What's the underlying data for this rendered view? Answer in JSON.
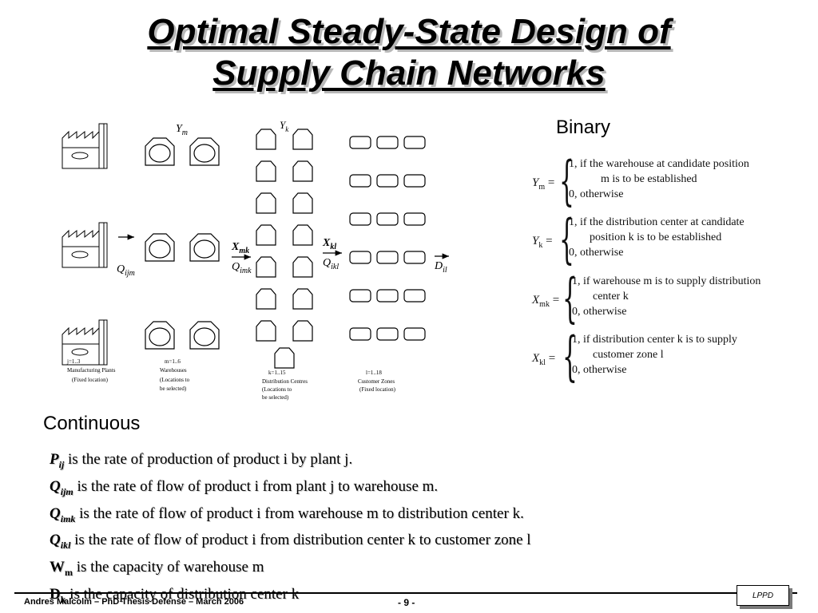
{
  "slide": {
    "title_line1": "Optimal Steady-State Design of",
    "title_line2": "Supply Chain Networks"
  },
  "diagram": {
    "var_ym": "Y",
    "var_ym_sub": "m",
    "var_yk": "Y",
    "var_yk_sub": "k",
    "flow_q_ijm": "Q",
    "flow_q_ijm_sub": "ijm",
    "flow_x_mk": "X",
    "flow_x_mk_sub": "mk",
    "flow_q_imk": "Q",
    "flow_q_imk_sub": "imk",
    "flow_x_kl": "X",
    "flow_x_kl_sub": "kl",
    "flow_q_ikl": "Q",
    "flow_q_ikl_sub": "ikl",
    "flow_d_il": "D",
    "flow_d_il_sub": "il",
    "plants_caption": [
      "j=1..3",
      "Manufacturing Plants",
      "(Fixed location)"
    ],
    "warehouses_caption": [
      "m=1..6",
      "Warehouses",
      "(Locations to",
      "be selected)"
    ],
    "dc_caption": [
      "k=1..15",
      "Distribution Centres",
      "(Locations to",
      "be selected)"
    ],
    "zones_caption": [
      "l=1..18",
      "Customer Zones",
      "(Fixed location)"
    ]
  },
  "binary": {
    "label": "Binary",
    "equations": [
      {
        "var": "Y",
        "sub": "m",
        "case1": "1,   if the warehouse at candidate position",
        "case1b": "m is to be established",
        "case2": "0,   otherwise"
      },
      {
        "var": "Y",
        "sub": "k",
        "case1": "1,   if the distribution center at candidate",
        "case1b": "position k is to be established",
        "case2": "0,   otherwise"
      },
      {
        "var": "X",
        "sub": "mk",
        "case1": "1,   if warehouse m is to supply distribution",
        "case1b": "center k",
        "case2": "0,   otherwise"
      },
      {
        "var": "X",
        "sub": "kl",
        "case1": "1,   if distribution center k is to supply",
        "case1b": "customer zone l",
        "case2": "0,   otherwise"
      }
    ]
  },
  "continuous": {
    "label": "Continuous",
    "definitions": [
      {
        "sym": "P",
        "sub": "ij",
        "text": " is the rate of production of product i by plant j."
      },
      {
        "sym": "Q",
        "sub": "ijm",
        "text": " is the rate of flow of product i from plant j to warehouse m."
      },
      {
        "sym": "Q",
        "sub": "imk",
        "text": " is the rate of flow of product i from warehouse m to distribution center k."
      },
      {
        "sym": "Q",
        "sub": "ikl",
        "text": " is the rate of flow of product i from distribution center k to customer zone l"
      },
      {
        "sym": "W",
        "sub": "m",
        "text": " is the capacity of warehouse m"
      },
      {
        "sym": "D",
        "sub": "k",
        "text": " is the capacity of distribution center k"
      }
    ]
  },
  "footer": {
    "author": "Andres Malcolm – PhD Thesis Defense – March 2006",
    "page": "- 9 -",
    "logo": "LPPD"
  }
}
